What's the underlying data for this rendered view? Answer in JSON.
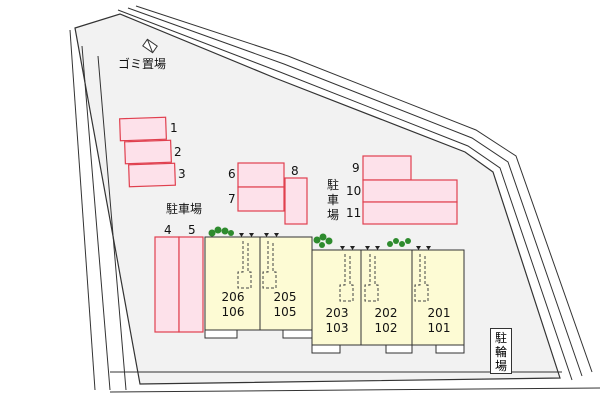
{
  "labels": {
    "garbage_area": "ゴミ置場",
    "parking_west": "駐車場",
    "parking_east": "駐車場",
    "bicycle_parking": "駐輪場"
  },
  "parking_spaces": [
    "1",
    "2",
    "3",
    "4",
    "5",
    "6",
    "7",
    "8",
    "9",
    "10",
    "11"
  ],
  "units": {
    "u206": "206",
    "u106": "106",
    "u205": "205",
    "u105": "105",
    "u203": "203",
    "u103": "103",
    "u202": "202",
    "u102": "102",
    "u201": "201",
    "u101": "101"
  },
  "colors": {
    "parking_fill": "#fde1ea",
    "parking_stroke": "#e0404f",
    "building_fill": "#fdfbd4",
    "lot_fill": "#f2f2f2",
    "tree_green": "#2e8b2e"
  }
}
